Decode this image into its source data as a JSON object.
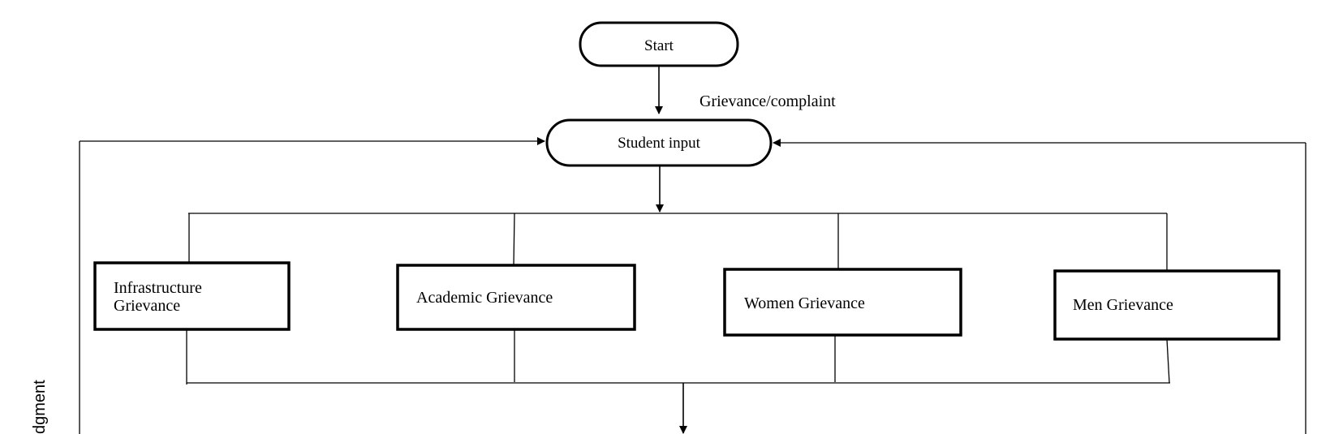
{
  "nodes": {
    "start": "Start",
    "student_input": "Student input",
    "infrastructure_line1": "Infrastructure",
    "infrastructure_line2": "Grievance",
    "academic": "Academic Grievance",
    "women": "Women Grievance",
    "men": "Men Grievance"
  },
  "edge_labels": {
    "grievance_complaint": "Grievance/complaint",
    "side_label_partial": "dgment"
  },
  "colors": {
    "stroke": "#000000",
    "background": "#ffffff"
  }
}
